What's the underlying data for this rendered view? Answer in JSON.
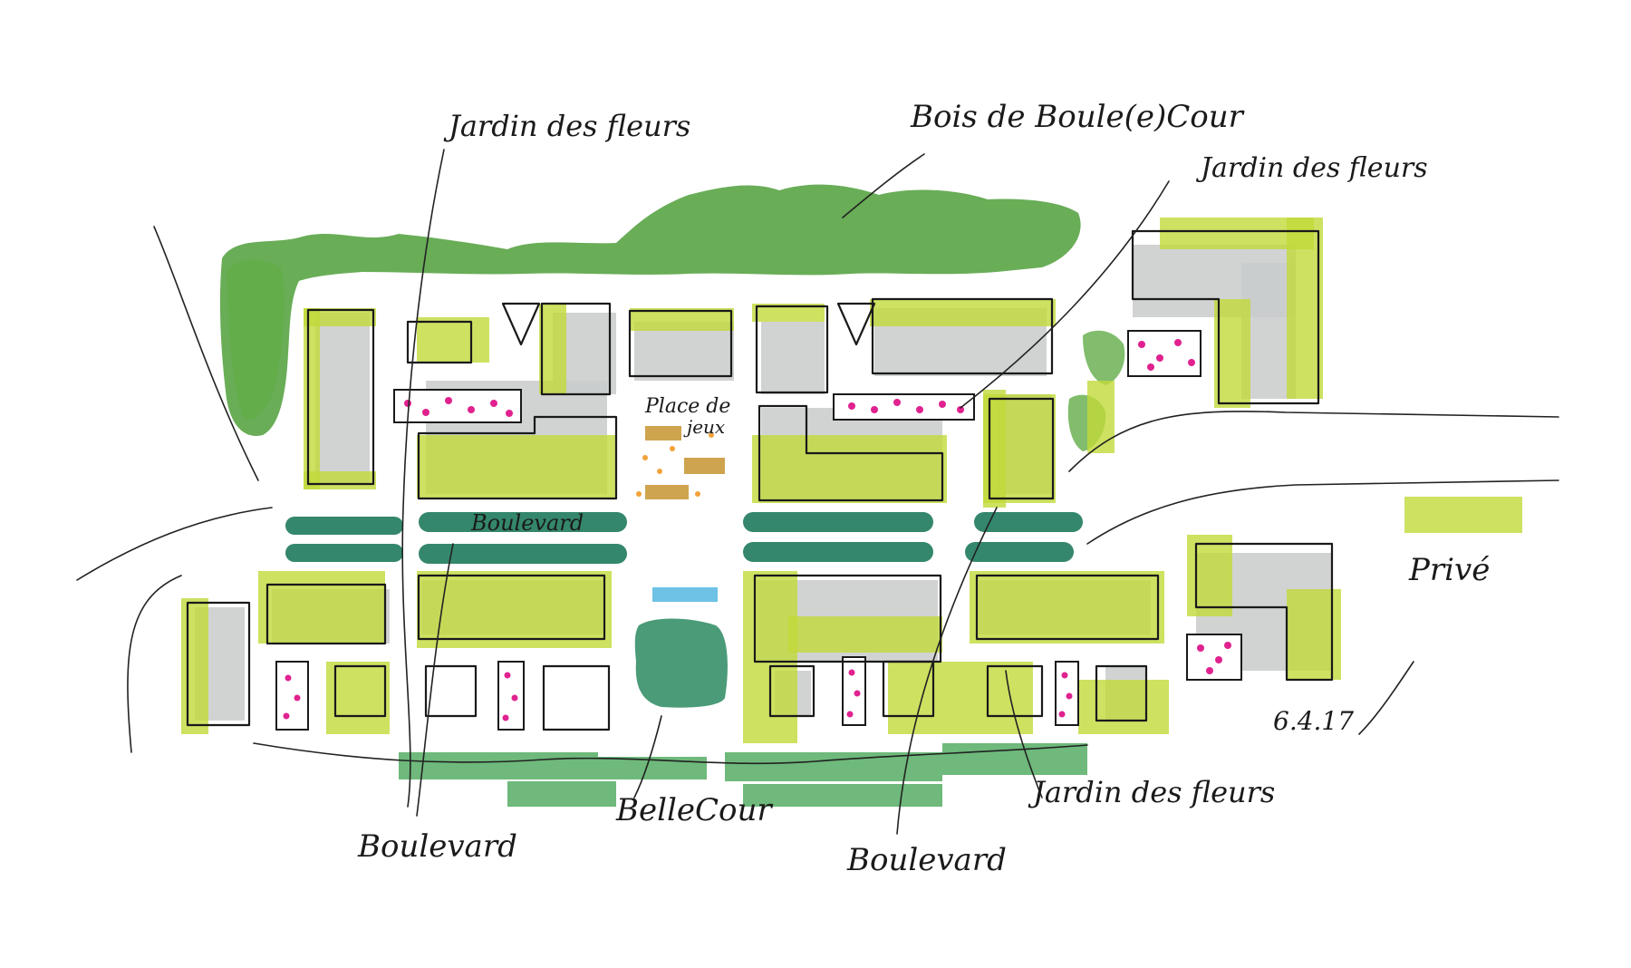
{
  "labels": {
    "jardin_top_left": "Jardin des fleurs",
    "bois": "Bois de Boule(e)Cour",
    "jardin_top_right": "Jardin des fleurs",
    "place_de_jeux_1": "Place de",
    "place_de_jeux_2": "jeux",
    "boulevard_center": "Boulevard",
    "boulevard_bottom_left": "Boulevard",
    "bellecour": "BelleCour",
    "boulevard_bottom_right": "Boulevard",
    "jardin_bottom": "Jardin des fleurs",
    "date_signature": "6.4.17"
  },
  "legend": {
    "label": "Privé",
    "color": "#c2d93a"
  },
  "colors": {
    "forest": "#4f9f3a",
    "boulevard_trees": "#1e7a5c",
    "building": "#c9cbcb",
    "private": "#c2d93a",
    "flowers": "#e0228f",
    "plaza": "#c99a3c",
    "water": "#6dc2e6"
  }
}
